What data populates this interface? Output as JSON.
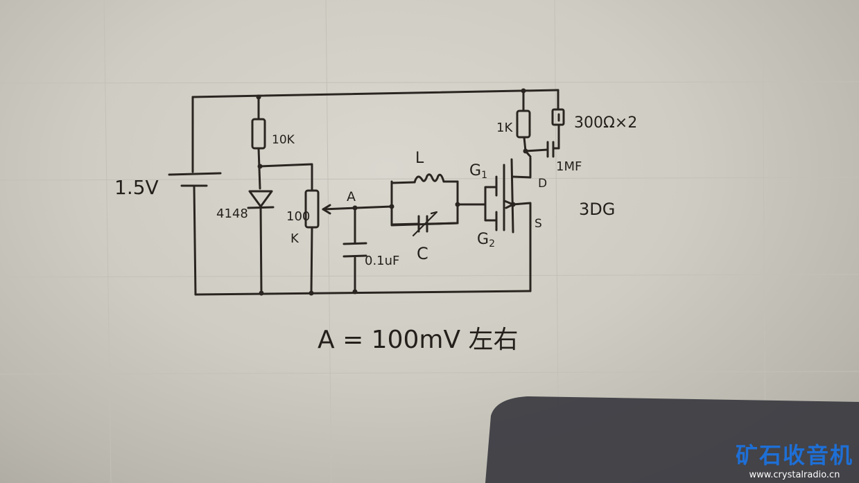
{
  "labels": {
    "battery": "1.5V",
    "r1": "10K",
    "diode": "4148",
    "pot_top": "100",
    "pot_bottom": "K",
    "node_a": "A",
    "cap_bypass": "0.1uF",
    "inductor": "L",
    "cap_var": "C",
    "gate1": "G",
    "gate1_sub": "1",
    "gate2": "G",
    "gate2_sub": "2",
    "drain": "D",
    "source": "S",
    "transistor": "3DG",
    "r_drain": "1K",
    "headphone": "300Ω×2",
    "cap_out": "1MF",
    "note": "A = 100mV 左右"
  },
  "watermark": {
    "title": "矿石收音机",
    "url": "www.crystalradio.cn"
  },
  "colors": {
    "paper": "#d9d7ce",
    "ink": "#2a2520",
    "watermark": "#1e6fd6"
  }
}
